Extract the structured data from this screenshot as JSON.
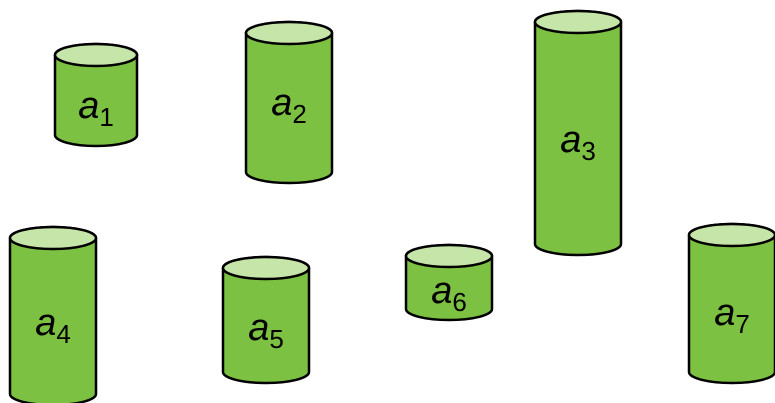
{
  "colors": {
    "body": "#7cc142",
    "top": "#c6e5a8",
    "stroke": "#000000"
  },
  "cylinders": [
    {
      "id": "a1",
      "var": "a",
      "sub": "1"
    },
    {
      "id": "a2",
      "var": "a",
      "sub": "2"
    },
    {
      "id": "a3",
      "var": "a",
      "sub": "3"
    },
    {
      "id": "a4",
      "var": "a",
      "sub": "4"
    },
    {
      "id": "a5",
      "var": "a",
      "sub": "5"
    },
    {
      "id": "a6",
      "var": "a",
      "sub": "6"
    },
    {
      "id": "a7",
      "var": "a",
      "sub": "7"
    }
  ]
}
